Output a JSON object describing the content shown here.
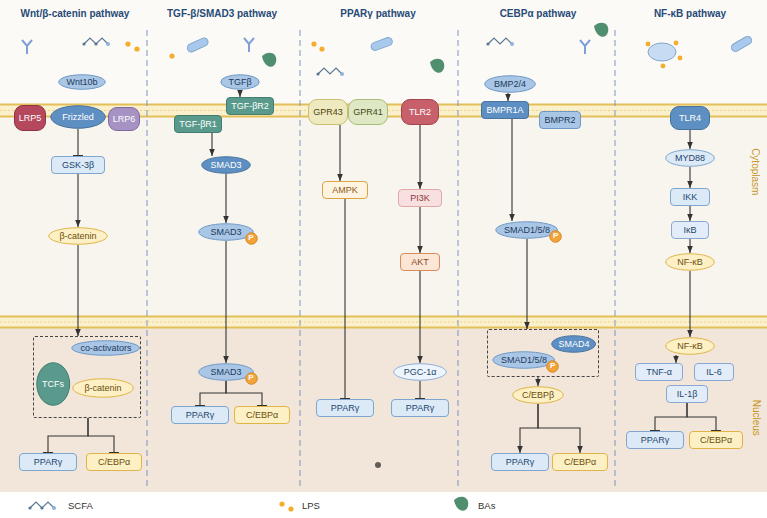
{
  "diagram": {
    "nodes": [
      {
        "text": [
          "Wnt10b"
        ]
      },
      {
        "text": [
          "LRP5"
        ]
      },
      {
        "text": [
          "Frizzled"
        ]
      },
      {
        "text": [
          "LRP6"
        ]
      },
      {
        "text": [
          "GSK-3β"
        ]
      },
      {
        "text": [
          "β-catenin"
        ]
      },
      {
        "text": []
      },
      {
        "text": [
          "co-activators"
        ],
        "in": 6
      },
      {
        "text": [
          "TCFs"
        ],
        "in": 6
      },
      {
        "text": [
          "β-catenin"
        ],
        "in": 6
      },
      {
        "text": [
          "PPARγ"
        ]
      },
      {
        "text": [
          "C/EBPα"
        ]
      },
      {
        "text": [
          "TGFβ"
        ]
      },
      {
        "text": [
          "TGF-βR2"
        ]
      },
      {
        "text": [
          "TGF-βR1"
        ]
      },
      {
        "text": [
          "SMAD3"
        ]
      },
      {
        "text": [
          "SMAD3"
        ]
      },
      {
        "text": [
          "P"
        ],
        "in": 16
      },
      {
        "text": [
          "SMAD3"
        ]
      },
      {
        "text": [
          "P"
        ],
        "in": 18
      },
      {
        "text": [
          "PPARγ"
        ]
      },
      {
        "text": [
          "C/EBPα"
        ]
      },
      {
        "text": [
          "GPR43"
        ]
      },
      {
        "text": [
          "GPR41"
        ]
      },
      {
        "text": [
          "TLR2"
        ]
      },
      {
        "text": [
          "AMPK"
        ]
      },
      {
        "text": [
          "PI3K"
        ]
      },
      {
        "text": [
          "AKT"
        ]
      },
      {
        "text": [
          "PPARγ"
        ]
      },
      {
        "text": [
          "PGC-1α"
        ]
      },
      {
        "text": [
          "PPARγ"
        ]
      },
      {
        "text": [
          "BMP2/4"
        ]
      },
      {
        "text": [
          "BMPR1A"
        ]
      },
      {
        "text": [
          "BMPR2"
        ]
      },
      {
        "text": [
          "SMAD1/5/8"
        ]
      },
      {
        "text": [
          "P"
        ],
        "in": 34
      },
      {
        "text": []
      },
      {
        "text": [
          "SMAD1/5/8"
        ],
        "in": 36
      },
      {
        "text": [
          "P"
        ],
        "in": 37
      },
      {
        "text": [
          "SMAD4"
        ],
        "in": 36
      },
      {
        "text": [
          "C/EBPβ"
        ]
      },
      {
        "text": [
          "PPARγ"
        ]
      },
      {
        "text": [
          "C/EBPα"
        ]
      },
      {
        "text": [
          "TLR4"
        ]
      },
      {
        "text": [
          "MYD88"
        ]
      },
      {
        "text": [
          "IKK"
        ]
      },
      {
        "text": [
          "IκB"
        ]
      },
      {
        "text": [
          "NF-κB"
        ]
      },
      {
        "text": [
          "NF-κB"
        ]
      },
      {
        "text": [
          "TNF-α"
        ]
      },
      {
        "text": [
          "IL-6"
        ]
      },
      {
        "text": [
          "IL-1β"
        ]
      },
      {
        "text": [
          "PPARγ"
        ]
      },
      {
        "text": [
          "C/EBPα"
        ]
      }
    ],
    "edges": [
      {
        "from": 2,
        "to": 4,
        "arrow": "to"
      },
      {
        "from": 4,
        "to": 5,
        "arrow": "to"
      },
      {
        "from": 5,
        "to": 6,
        "arrow": "to"
      },
      {
        "from": 6,
        "to": 10,
        "arrow": "to"
      },
      {
        "from": 6,
        "to": 11,
        "arrow": "to"
      },
      {
        "from": 12,
        "to": 13,
        "arrow": "to"
      },
      {
        "from": 14,
        "to": 15,
        "arrow": "to"
      },
      {
        "from": 15,
        "to": 16,
        "arrow": "to"
      },
      {
        "from": 16,
        "to": 18,
        "arrow": "to"
      },
      {
        "from": 18,
        "to": 20,
        "arrow": "to"
      },
      {
        "from": 18,
        "to": 21,
        "arrow": "to"
      },
      {
        "from": 22,
        "to": 25,
        "arrow": "to"
      },
      {
        "from": 25,
        "to": 28,
        "arrow": "to"
      },
      {
        "from": 24,
        "to": 26,
        "arrow": "to"
      },
      {
        "from": 26,
        "to": 27,
        "arrow": "to"
      },
      {
        "from": 27,
        "to": 29,
        "arrow": "to"
      },
      {
        "from": 29,
        "to": 30,
        "arrow": "to"
      },
      {
        "from": 31,
        "to": 32,
        "arrow": "to"
      },
      {
        "from": 32,
        "to": 34,
        "arrow": "to"
      },
      {
        "from": 34,
        "to": 36,
        "arrow": "to"
      },
      {
        "from": 36,
        "to": 40,
        "arrow": "to"
      },
      {
        "from": 40,
        "to": 41,
        "arrow": "to"
      },
      {
        "from": 40,
        "to": 42,
        "arrow": "to"
      },
      {
        "from": 43,
        "to": 44,
        "arrow": "to"
      },
      {
        "from": 44,
        "to": 45,
        "arrow": "to"
      },
      {
        "from": 45,
        "to": 46,
        "arrow": "to"
      },
      {
        "from": 46,
        "to": 47,
        "arrow": "to"
      },
      {
        "from": 47,
        "to": 48,
        "arrow": "to"
      },
      {
        "from": 48,
        "to": 49,
        "arrow": "to"
      },
      {
        "from": 51,
        "to": 52,
        "arrow": "to"
      },
      {
        "from": 51,
        "to": 53,
        "arrow": "to"
      }
    ],
    "labels": [
      "Wnt/β-catenin pathway",
      "TGF-β/SMAD3 pathway",
      "PPARγ pathway",
      "CEBPα pathway",
      "NF-κB pathway",
      "Cytoplasm",
      "Nucleus"
    ],
    "legend": [
      {
        "text": "SCFA"
      },
      {
        "text": "LPS"
      },
      {
        "text": "BAs"
      }
    ]
  }
}
